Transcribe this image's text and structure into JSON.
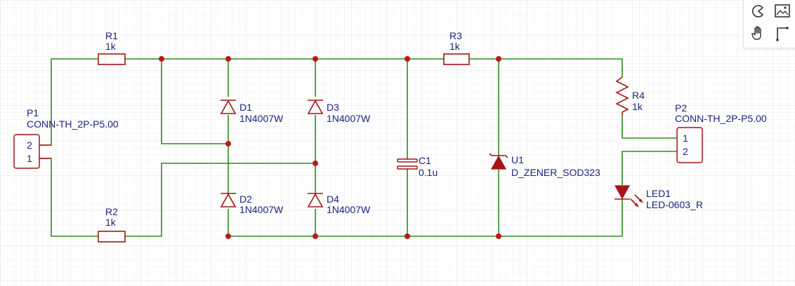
{
  "components": {
    "P1": {
      "ref": "P1",
      "value": "CONN-TH_2P-P5.00",
      "pin_top": "2",
      "pin_bottom": "1"
    },
    "P2": {
      "ref": "P2",
      "value": "CONN-TH_2P-P5.00",
      "pin_top": "1",
      "pin_bottom": "2"
    },
    "R1": {
      "ref": "R1",
      "value": "1k"
    },
    "R2": {
      "ref": "R2",
      "value": "1k"
    },
    "R3": {
      "ref": "R3",
      "value": "1k"
    },
    "R4": {
      "ref": "R4",
      "value": "1k"
    },
    "D1": {
      "ref": "D1",
      "value": "1N4007W"
    },
    "D2": {
      "ref": "D2",
      "value": "1N4007W"
    },
    "D3": {
      "ref": "D3",
      "value": "1N4007W"
    },
    "D4": {
      "ref": "D4",
      "value": "1N4007W"
    },
    "C1": {
      "ref": "C1",
      "value": "0.1u"
    },
    "U1": {
      "ref": "U1",
      "value": "D_ZENER_SOD323"
    },
    "LED1": {
      "ref": "LED1",
      "value": "LED-0603_R"
    }
  },
  "toolbar": {
    "tools": [
      "pie-icon",
      "image-icon",
      "hand-pan-icon",
      "wire-corner-icon"
    ]
  },
  "colors": {
    "wire": "#2e8b1f",
    "part": "#a31515",
    "junction": "#c0151b",
    "label": "#1a237e",
    "grid": "#eeeeee"
  }
}
